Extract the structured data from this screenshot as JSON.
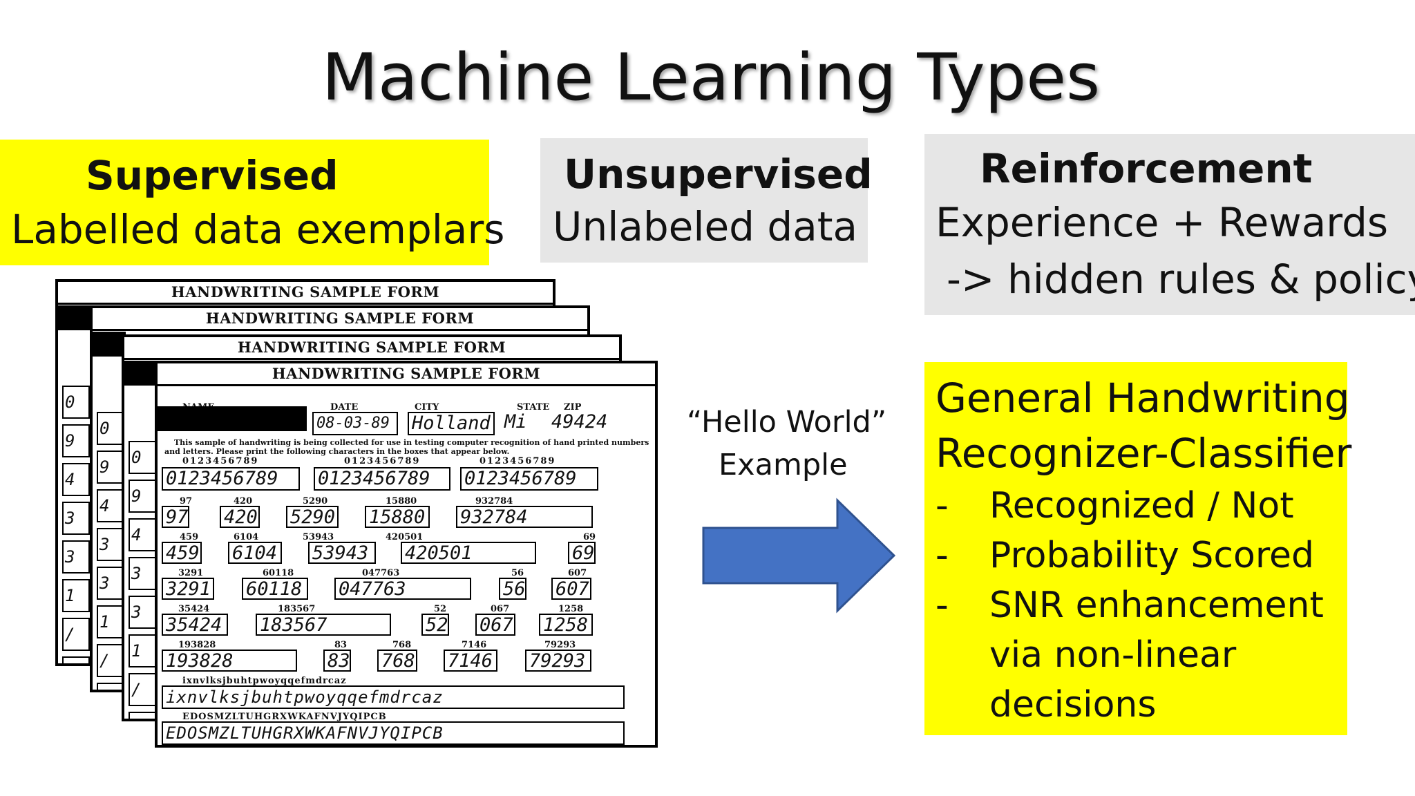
{
  "title": "Machine Learning Types",
  "supervised": {
    "heading": "Supervised",
    "text": "Labelled data exemplars"
  },
  "unsupervised": {
    "heading": "Unsupervised",
    "text": "Unlabeled data"
  },
  "reinforcement": {
    "heading": "Reinforcement",
    "line1": "Experience + Rewards",
    "line2": "-> hidden rules & policy"
  },
  "arrow_caption": {
    "line1": "“Hello World”",
    "line2": "Example"
  },
  "classifier": {
    "line1": "General Handwriting",
    "line2": "Recognizer-Classifier",
    "bullets": [
      {
        "dash": "-",
        "text": "Recognized / Not"
      },
      {
        "dash": "-",
        "text": "Probability Scored"
      },
      {
        "dash": "-",
        "text": "SNR enhancement"
      }
    ],
    "continuation": [
      "via non-linear",
      "decisions"
    ]
  },
  "form": {
    "title": "HANDWRITING SAMPLE FORM",
    "labels": {
      "name": "NAME",
      "date": "DATE",
      "city": "CITY",
      "state": "STATE",
      "zip": "ZIP"
    },
    "values": {
      "date": "08-03-89",
      "city": "Holland",
      "state": "Mi",
      "zip": "49424"
    },
    "instructions1": "This sample of handwriting is being collected for use in testing computer recognition of hand printed numbers",
    "instructions2": "and letters. Please print the following characters in the boxes that appear below.",
    "digits_label": "0123456789",
    "digits_written": "0123456789",
    "rows": [
      [
        {
          "label": "97",
          "value": "97"
        },
        {
          "label": "420",
          "value": "420"
        },
        {
          "label": "5290",
          "value": "5290"
        },
        {
          "label": "15880",
          "value": "15880"
        },
        {
          "label": "932784",
          "value": "932784"
        }
      ],
      [
        {
          "label": "459",
          "value": "459"
        },
        {
          "label": "6104",
          "value": "6104"
        },
        {
          "label": "53943",
          "value": "53943"
        },
        {
          "label": "420501",
          "value": "420501"
        },
        {
          "label": "69",
          "value": "69"
        }
      ],
      [
        {
          "label": "3291",
          "value": "3291"
        },
        {
          "label": "60118",
          "value": "60118"
        },
        {
          "label": "047763",
          "value": "047763"
        },
        {
          "label": "56",
          "value": "56"
        },
        {
          "label": "607",
          "value": "607"
        }
      ],
      [
        {
          "label": "35424",
          "value": "35424"
        },
        {
          "label": "183567",
          "value": "183567"
        },
        {
          "label": "52",
          "value": "52"
        },
        {
          "label": "067",
          "value": "067"
        },
        {
          "label": "1258",
          "value": "1258"
        }
      ],
      [
        {
          "label": "193828",
          "value": "193828"
        },
        {
          "label": "83",
          "value": "83"
        },
        {
          "label": "768",
          "value": "768"
        },
        {
          "label": "7146",
          "value": "7146"
        },
        {
          "label": "79293",
          "value": "79293"
        }
      ]
    ],
    "lower_label": "ixnvlksjbuhtpwoyqqefmdrcaz",
    "lower_written": "ixnvlksjbuhtpwoyqqefmdrcaz",
    "upper_label": "EDOSMZLTUHGRXWKAFNVJYQIPCB",
    "upper_written": "EDOSMZLTUHGRXWKAFNVJYQIPCB"
  },
  "colors": {
    "yellow": "#ffff00",
    "grey": "#e6e6e6",
    "arrow": "#4472c4"
  }
}
